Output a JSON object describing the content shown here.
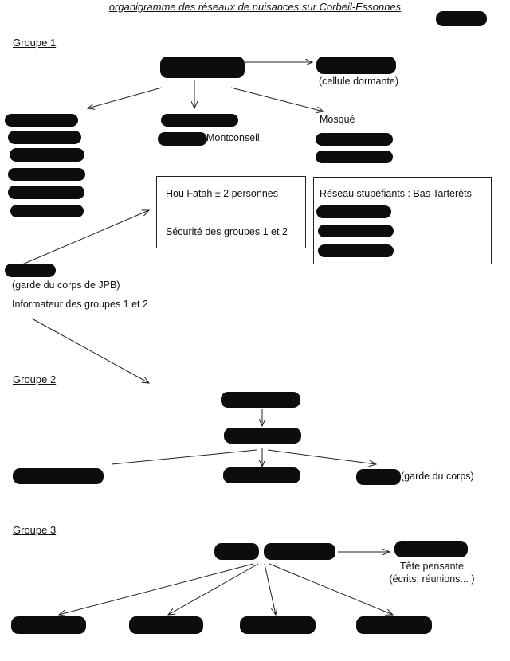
{
  "title": "organigramme des réseaux de nuisances sur Corbeil-Essonnes",
  "groups": {
    "g1": "Groupe 1",
    "g2": "Groupe 2",
    "g3": "Groupe 3"
  },
  "labels": {
    "cellule": "(cellule dormante)",
    "montconseil": "Montconseil",
    "mosque": "Mosqué",
    "houfatah": "Hou Fatah ± 2 personnes",
    "securite": "Sécurité des groupes 1 et 2",
    "reseau_title": "Réseau stupéfiants",
    "reseau_place": " : Bas Tarterêts",
    "garde_jpb": "(garde du corps de JPB)",
    "informateur": "Informateur des groupes 1 et 2",
    "garde_corps": "(garde du corps)",
    "tete_1": "Tête pensante",
    "tete_2": "(écrits, réunions... )"
  },
  "colors": {
    "redaction": "#0d0d0d",
    "lines": "#222222"
  }
}
